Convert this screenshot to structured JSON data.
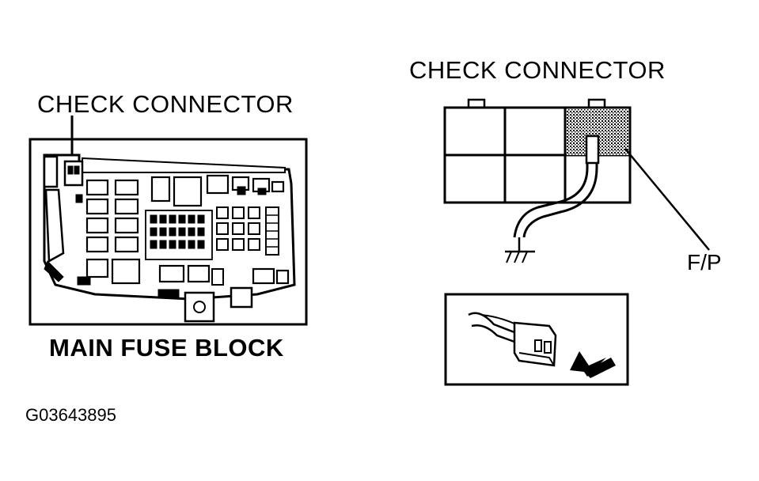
{
  "labels": {
    "left_connector": "CHECK CONNECTOR",
    "fuse_block": "MAIN FUSE BLOCK",
    "right_connector": "CHECK CONNECTOR",
    "terminal": "F/P",
    "figure_code": "G03643895"
  },
  "colors": {
    "ink": "#000000",
    "paper": "#ffffff",
    "hatch": "#6e6e6e"
  }
}
